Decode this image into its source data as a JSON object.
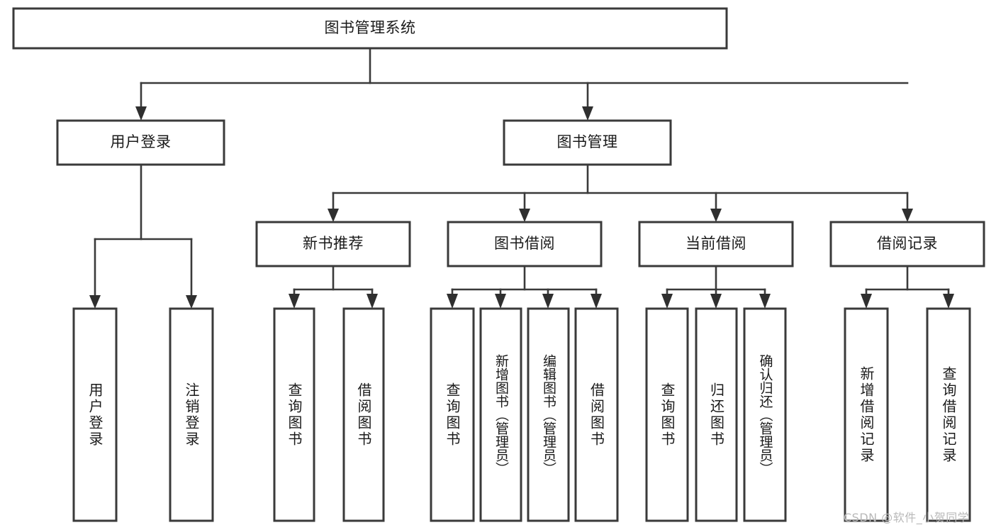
{
  "diagram": {
    "type": "tree-hierarchy-chart",
    "root": {
      "label": "图书管理系统"
    },
    "level2": [
      {
        "label": "用户登录"
      },
      {
        "label": "图书管理"
      }
    ],
    "level3": [
      {
        "label": "新书推荐"
      },
      {
        "label": "图书借阅"
      },
      {
        "label": "当前借阅"
      },
      {
        "label": "借阅记录"
      }
    ],
    "leaves": {
      "user_login": [
        {
          "label": "用户登录"
        },
        {
          "label": "注销登录"
        }
      ],
      "new_book_recommend": [
        {
          "label": "查询图书"
        },
        {
          "label": "借阅图书"
        }
      ],
      "book_borrow": [
        {
          "label": "查询图书"
        },
        {
          "label": "新增图书（管理员）"
        },
        {
          "label": "编辑图书（管理员）"
        },
        {
          "label": "借阅图书"
        }
      ],
      "current_borrow": [
        {
          "label": "查询图书"
        },
        {
          "label": "归还图书"
        },
        {
          "label": "确认归还（管理员）"
        }
      ],
      "borrow_record": [
        {
          "label": "新增借阅记录"
        },
        {
          "label": "查询借阅记录"
        }
      ]
    }
  },
  "watermark": {
    "text": "CSDN @软件_小贺同学"
  },
  "colors": {
    "box_stroke": "#3a3a3a",
    "box_fill": "#ffffff",
    "connector": "#3a3a3a",
    "text": "#1a1a1a",
    "watermark": "#b9b9b9",
    "background": "#ffffff"
  }
}
